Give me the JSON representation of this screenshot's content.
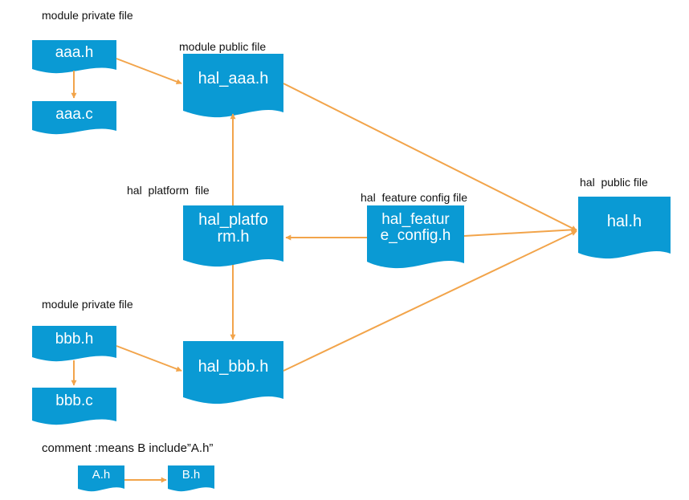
{
  "colors": {
    "doc_fill": "#0a9ad4",
    "arrow": "#f2a44a",
    "text": "#111111",
    "doc_text": "#ffffff"
  },
  "captions": {
    "module_private_top": "module private file",
    "module_public": "module public file",
    "hal_platform": "hal  platform  file",
    "hal_feature_config": "hal  feature config file",
    "hal_public": "hal  public file",
    "module_private_bottom": "module private file",
    "comment": "comment :means B include”A.h”"
  },
  "nodes": {
    "aaa_h": "aaa.h",
    "aaa_c": "aaa.c",
    "hal_aaa_h": "hal_aaa.h",
    "hal_platform_h": "hal_platfo\nrm.h",
    "hal_feature_config_h": "hal_featur\ne_config.h",
    "hal_h": "hal.h",
    "bbb_h": "bbb.h",
    "bbb_c": "bbb.c",
    "hal_bbb_h": "hal_bbb.h",
    "legend_a": "A.h",
    "legend_b": "B.h"
  }
}
